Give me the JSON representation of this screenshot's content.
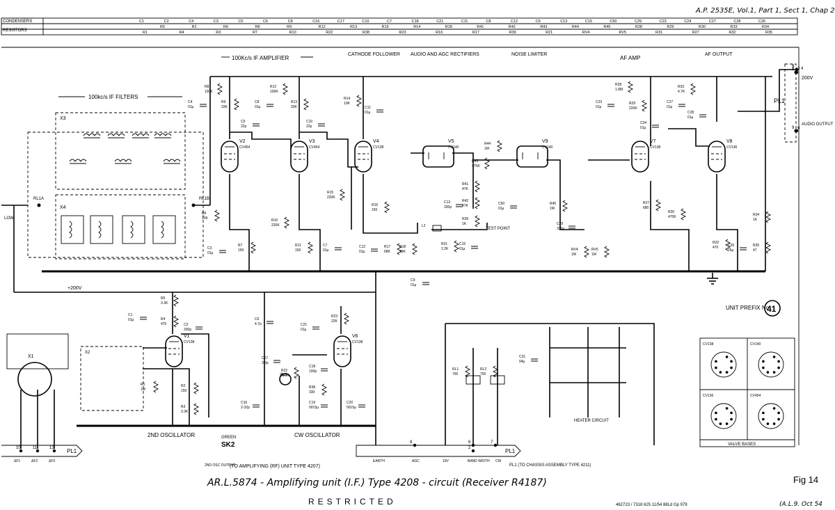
{
  "header": {
    "ref": "A.P. 2535E, Vol.1, Part 1, Sect 1, Chap 2",
    "condensers_label": "CONDENSERS",
    "resistors_label": "RESISTORS",
    "condensers_row1": [
      "C1",
      "C2",
      "C4",
      "C3",
      "C5",
      "C6",
      "C8",
      "C16",
      "C17",
      "C10",
      "C7",
      "C18",
      "C21",
      "C11",
      "C8",
      "C12",
      "C9",
      "C13",
      "C15",
      "C50",
      "C29",
      "C23",
      "C24",
      "C27",
      "C28",
      "C26"
    ],
    "resistors_row1": [
      "R5",
      "R2",
      "R6",
      "R8",
      "R9",
      "R12",
      "R13",
      "R15",
      "R14",
      "R18",
      "R41",
      "R42",
      "R43",
      "R44",
      "R45",
      "R28",
      "R29",
      "R30",
      "R33",
      "R34"
    ],
    "resistors_row2": [
      "R1",
      "R4",
      "R3",
      "R7",
      "R10",
      "R22",
      "R38",
      "R23",
      "R16",
      "R17",
      "R39",
      "R21",
      "RV4",
      "RV5",
      "R31",
      "R27",
      "R32",
      "R35"
    ]
  },
  "sections": {
    "if_amp": "100Kc/s IF AMPLIFIER",
    "cathode": "CATHODE FOLLOWER",
    "audio_agc": "AUDIO AND AGC RECTIFIERS",
    "noise": "NOISE LIMITER",
    "af_amp": "AF AMP",
    "af_out": "AF OUTPUT",
    "if_filters": "100kc/s IF FILTERS",
    "osc2": "2ND OSCILLATOR",
    "cw_osc": "CW OSCILLATOR",
    "heater": "HEATER CIRCUIT",
    "valve_bases": "VALVE BASES"
  },
  "labels": {
    "v200": "+200V",
    "pl1": "PL1",
    "pl1_bottom": "PL1 (TO CHASSIS ASSEMBLY TYPE 4211)",
    "sk2_green": "GREEN",
    "sk2": "SK2",
    "sk2_out": "2ND OSC OUTPUT",
    "sk2_note": "(TO AMPLIFYING (RF) UNIT TYPE 4207)",
    "audio_output": "AUDIO OUTPUT",
    "out200": "200V",
    "unit_prefix": "UNIT PREFIX No",
    "unit_no": "41",
    "earth": "EARTH",
    "agc": "AGC",
    "v19": "19V",
    "band_width": "BAND WIDTH",
    "cw": "CW",
    "test_point": "TEST POINT",
    "low": "LOW",
    "f1": "ΔF1",
    "f2": "ΔF2",
    "f3": "ΔF3"
  },
  "valves": [
    {
      "id": "V2",
      "type": "CV454"
    },
    {
      "id": "V3",
      "type": "CV454"
    },
    {
      "id": "V4",
      "type": "CV138"
    },
    {
      "id": "V5",
      "type": "CV140"
    },
    {
      "id": "V9",
      "type": "CV140"
    },
    {
      "id": "V7",
      "type": "CV138"
    },
    {
      "id": "V8",
      "type": "CV136"
    },
    {
      "id": "V1",
      "type": "CV138"
    },
    {
      "id": "V6",
      "type": "CV138"
    }
  ],
  "bases": [
    "CV138",
    "CV140",
    "CV136",
    "CV454"
  ],
  "components": [
    {
      "n": "R8",
      "v": "100K"
    },
    {
      "n": "R9",
      "v": "33K"
    },
    {
      "n": "R12",
      "v": "100K"
    },
    {
      "n": "R13",
      "v": "33K"
    },
    {
      "n": "R14",
      "v": "10K"
    },
    {
      "n": "C4",
      "v": "01μ"
    },
    {
      "n": "C8",
      "v": "01μ"
    },
    {
      "n": "C5",
      "v": "22p"
    },
    {
      "n": "C10",
      "v": "22p"
    },
    {
      "n": "C11",
      "v": "01μ"
    },
    {
      "n": "R6",
      "v": "10K"
    },
    {
      "n": "R10",
      "v": "220K"
    },
    {
      "n": "R11",
      "v": "150"
    },
    {
      "n": "R7",
      "v": "150"
    },
    {
      "n": "C3",
      "v": "01μ"
    },
    {
      "n": "C7",
      "v": "01μ"
    },
    {
      "n": "R15",
      "v": "220K"
    },
    {
      "n": "R16",
      "v": "150"
    },
    {
      "n": "C12",
      "v": "01μ"
    },
    {
      "n": "R17",
      "v": "68K"
    },
    {
      "n": "R18",
      "v": "33K"
    },
    {
      "n": "C9",
      "v": "01μ"
    },
    {
      "n": "R41",
      "v": "47K"
    },
    {
      "n": "R42",
      "v": "47K"
    },
    {
      "n": "R43",
      "v": "470K"
    },
    {
      "n": "R44",
      "v": "1M"
    },
    {
      "n": "C13",
      "v": "330p"
    },
    {
      "n": "C50",
      "v": "01μ"
    },
    {
      "n": "R39",
      "v": "1K"
    },
    {
      "n": "R21",
      "v": "2.2K"
    },
    {
      "n": "C15",
      "v": "01μ"
    },
    {
      "n": "L2",
      "v": ""
    },
    {
      "n": "R45",
      "v": "1M"
    },
    {
      "n": "C29",
      "v": "330p"
    },
    {
      "n": "RV4",
      "v": "1M"
    },
    {
      "n": "RV5",
      "v": "1M"
    },
    {
      "n": "C23",
      "v": "01μ"
    },
    {
      "n": "R28",
      "v": "1.8M"
    },
    {
      "n": "R29",
      "v": "220K"
    },
    {
      "n": "C24",
      "v": "01μ"
    },
    {
      "n": "R27",
      "v": "680"
    },
    {
      "n": "R30",
      "v": "470K"
    },
    {
      "n": "R33",
      "v": "4.7K"
    },
    {
      "n": "C27",
      "v": "01μ"
    },
    {
      "n": "C28",
      "v": "01μ"
    },
    {
      "n": "R34",
      "v": "1K"
    },
    {
      "n": "R32",
      "v": "470"
    },
    {
      "n": "C26",
      "v": "25μ"
    },
    {
      "n": "R35",
      "v": "47"
    },
    {
      "n": "R5",
      "v": "3.3K"
    },
    {
      "n": "R4",
      "v": "470"
    },
    {
      "n": "C1",
      "v": "01μ"
    },
    {
      "n": "C2",
      "v": "330p"
    },
    {
      "n": "R1",
      "v": "1M"
    },
    {
      "n": "R2",
      "v": "150"
    },
    {
      "n": "R3",
      "v": "3.3K"
    },
    {
      "n": "C6",
      "v": "4.7p"
    },
    {
      "n": "C17",
      "v": "3.3p"
    },
    {
      "n": "R22",
      "v": "680K"
    },
    {
      "n": "C18",
      "v": "100p"
    },
    {
      "n": "R38",
      "v": "330"
    },
    {
      "n": "C19",
      "v": "0015μ"
    },
    {
      "n": "C20",
      "v": "0015μ"
    },
    {
      "n": "R23",
      "v": "22K"
    },
    {
      "n": "C21",
      "v": "01μ"
    },
    {
      "n": "C16",
      "v": "2-32p"
    },
    {
      "n": "C31",
      "v": "04μ"
    },
    {
      "n": "RL1",
      "v": "700"
    },
    {
      "n": "RL2",
      "v": "700"
    }
  ],
  "pins": [
    "1",
    "2",
    "3",
    "4",
    "5",
    "6",
    "7",
    "8",
    "9",
    "10",
    "11",
    "12"
  ],
  "footer": {
    "title": "AR.L.5874 - Amplifying unit (I.F.) Type 4208 - circuit (Receiver R4187)",
    "fig": "Fig 14",
    "restricted": "RESTRICTED",
    "print_ref": "462723 / 7318  625  11/54  88Ld  Gp 979",
    "date": "(A.L.9.  Oct 54"
  }
}
